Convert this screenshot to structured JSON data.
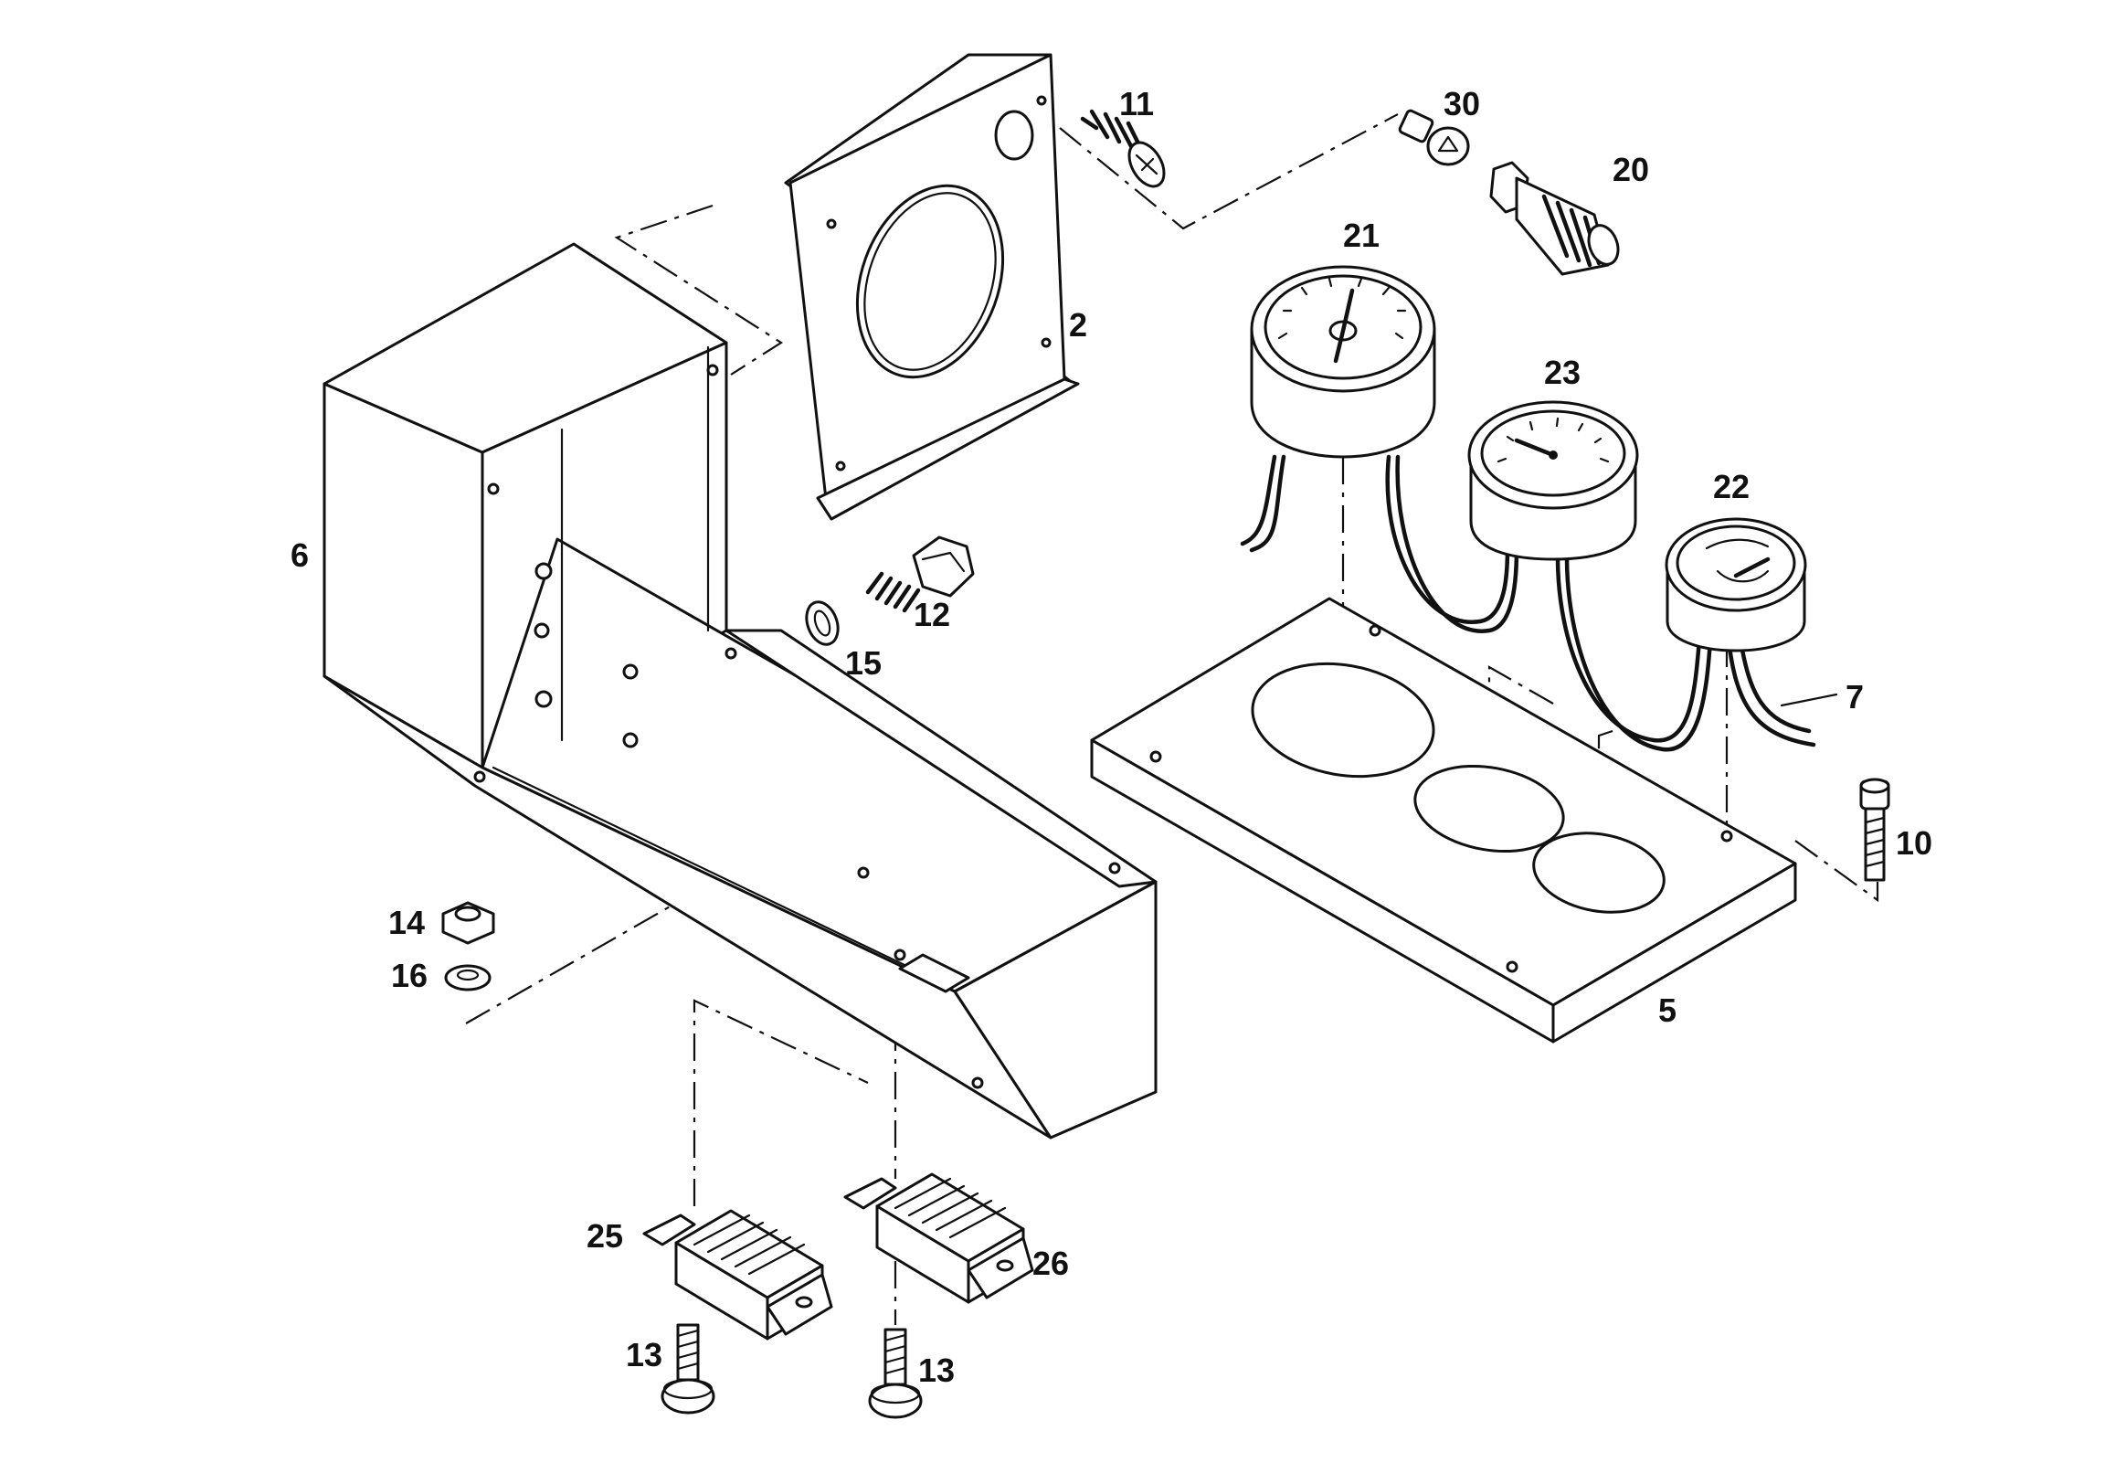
{
  "labels": {
    "p2": "2",
    "p5": "5",
    "p6": "6",
    "p7": "7",
    "p10": "10",
    "p11": "11",
    "p12": "12",
    "p13a": "13",
    "p13b": "13",
    "p14": "14",
    "p15": "15",
    "p16": "16",
    "p20": "20",
    "p21": "21",
    "p22": "22",
    "p23": "23",
    "p25": "25",
    "p26": "26",
    "p30": "30"
  },
  "colors": {
    "line": "#111111",
    "background": "#ffffff"
  }
}
